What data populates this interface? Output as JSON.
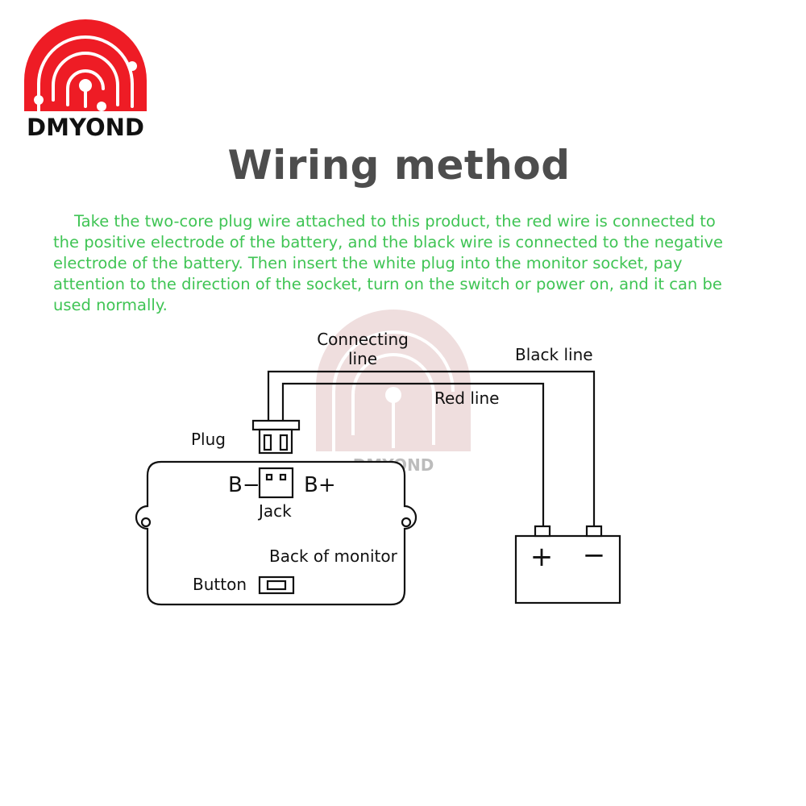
{
  "brand": {
    "logo_text": "DMYOND",
    "watermark_text": "DMYOND",
    "logo_color": "#ee1c25",
    "watermark_color": "#c9a6a6"
  },
  "title": "Wiring method",
  "intro": "Take the two-core plug wire attached to this product, the red wire is connected to the positive electrode of the battery, and the black wire is connected to the negative electrode of the battery. Then insert the white plug into the monitor socket, pay attention to the direction of the socket, turn on the switch or power on, and it can be used normally.",
  "colors": {
    "title": "#4d4d4d",
    "intro": "#3fc454",
    "line": "#111111"
  },
  "diagram": {
    "connecting_line_1": "Connecting",
    "connecting_line_2": "line",
    "black_line": "Black line",
    "red_line": "Red line",
    "plug": "Plug",
    "b_minus": "B−",
    "b_plus": "B+",
    "jack": "Jack",
    "back_of_monitor": "Back of monitor",
    "button": "Button",
    "battery_plus": "+",
    "battery_minus": "−"
  }
}
